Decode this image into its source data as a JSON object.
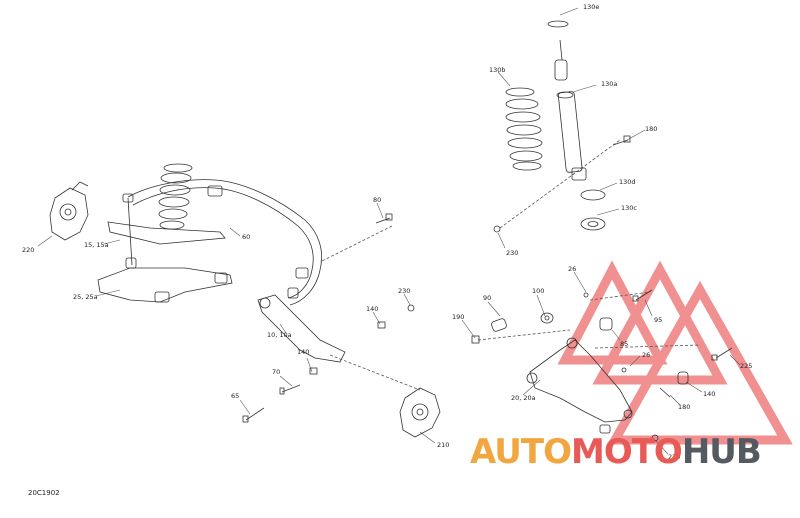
{
  "diagram_code": "20C1902",
  "watermark": {
    "part1": "AUTO",
    "part2": "MOTO",
    "part3": "HUB"
  },
  "callouts": [
    {
      "id": "130e",
      "text": "130e"
    },
    {
      "id": "130b",
      "text": "130b"
    },
    {
      "id": "130a",
      "text": "130a"
    },
    {
      "id": "180a",
      "text": "180"
    },
    {
      "id": "130d",
      "text": "130d"
    },
    {
      "id": "130c",
      "text": "130c"
    },
    {
      "id": "230a",
      "text": "230"
    },
    {
      "id": "80",
      "text": "80"
    },
    {
      "id": "60",
      "text": "60"
    },
    {
      "id": "220",
      "text": "220"
    },
    {
      "id": "15",
      "text": "15, 15a"
    },
    {
      "id": "25",
      "text": "25, 25a"
    },
    {
      "id": "230b",
      "text": "230"
    },
    {
      "id": "140a",
      "text": "140"
    },
    {
      "id": "10",
      "text": "10, 10a"
    },
    {
      "id": "140b",
      "text": "140"
    },
    {
      "id": "70",
      "text": "70"
    },
    {
      "id": "65",
      "text": "65"
    },
    {
      "id": "210",
      "text": "210"
    },
    {
      "id": "26a",
      "text": "26"
    },
    {
      "id": "90",
      "text": "90"
    },
    {
      "id": "100",
      "text": "100"
    },
    {
      "id": "190",
      "text": "190"
    },
    {
      "id": "95",
      "text": "95"
    },
    {
      "id": "85",
      "text": "85"
    },
    {
      "id": "26b",
      "text": "26"
    },
    {
      "id": "225",
      "text": "225"
    },
    {
      "id": "140c",
      "text": "140"
    },
    {
      "id": "180b",
      "text": "180"
    },
    {
      "id": "20",
      "text": "20, 20a"
    },
    {
      "id": "230c",
      "text": "230"
    }
  ]
}
